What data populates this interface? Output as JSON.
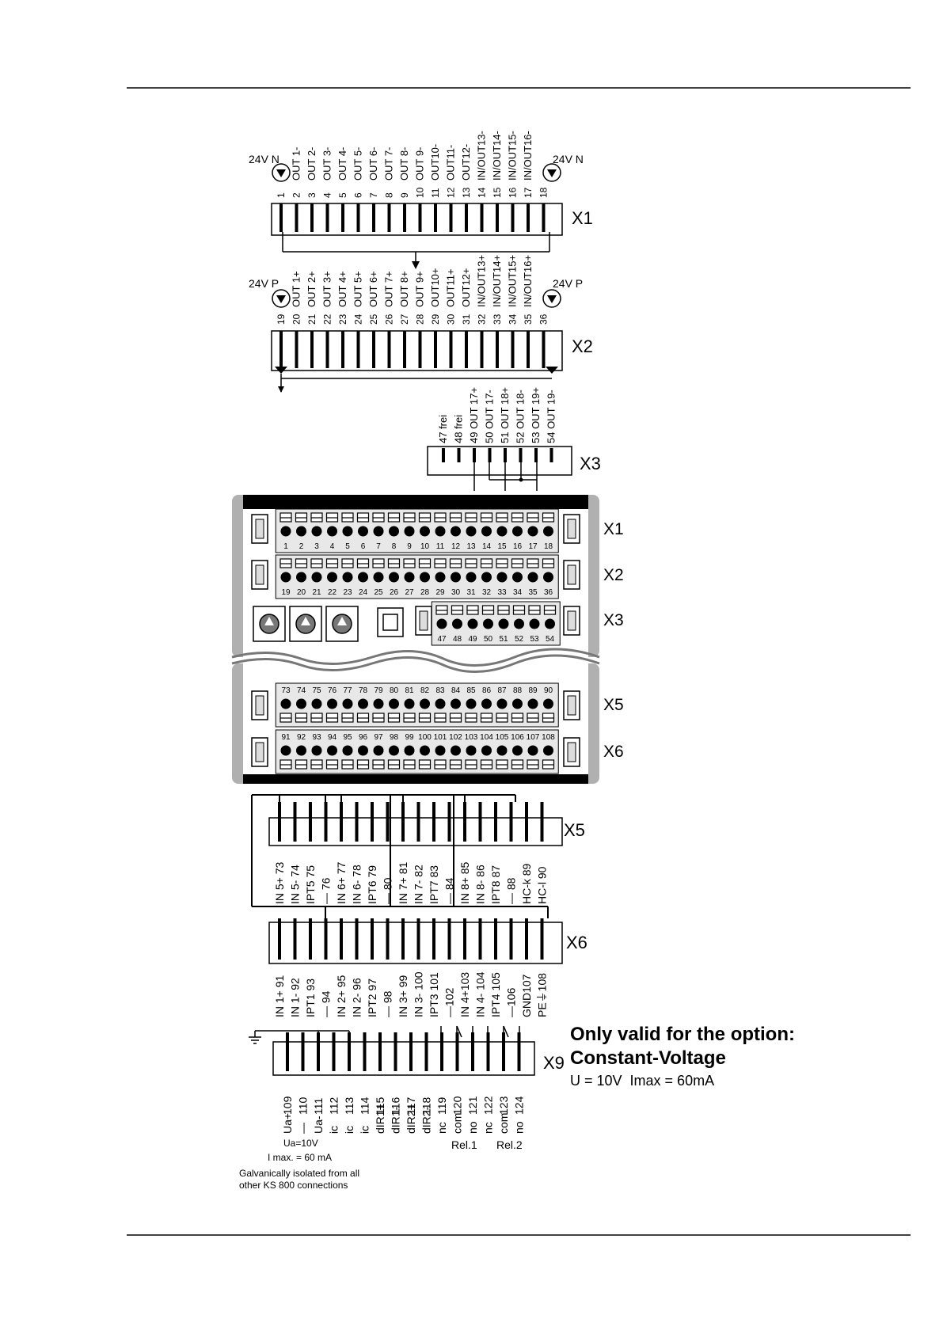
{
  "x1": {
    "name": "X1",
    "left_supply": "24V N",
    "right_supply": "24V N",
    "pins": [
      "1",
      "2",
      "3",
      "4",
      "5",
      "6",
      "7",
      "8",
      "9",
      "10",
      "11",
      "12",
      "13",
      "14",
      "15",
      "16",
      "17",
      "18"
    ],
    "labels": [
      "",
      "OUT 1-",
      "OUT 2-",
      "OUT 3-",
      "OUT 4-",
      "OUT 5-",
      "OUT 6-",
      "OUT 7-",
      "OUT 8-",
      "OUT 9-",
      "OUT10-",
      "OUT11-",
      "OUT12-",
      "IN/OUT13-",
      "IN/OUT14-",
      "IN/OUT15-",
      "IN/OUT16-",
      ""
    ]
  },
  "x2": {
    "name": "X2",
    "left_supply": "24V P",
    "right_supply": "24V P",
    "pins": [
      "19",
      "20",
      "21",
      "22",
      "23",
      "24",
      "25",
      "26",
      "27",
      "28",
      "29",
      "30",
      "31",
      "32",
      "33",
      "34",
      "35",
      "36"
    ],
    "labels": [
      "",
      "OUT 1+",
      "OUT 2+",
      "OUT 3+",
      "OUT 4+",
      "OUT 5+",
      "OUT 6+",
      "OUT 7+",
      "OUT 8+",
      "OUT 9+",
      "OUT10+",
      "OUT11+",
      "OUT12+",
      "IN/OUT13+",
      "IN/OUT14+",
      "IN/OUT15+",
      "IN/OUT16+",
      ""
    ]
  },
  "x3": {
    "name": "X3",
    "entries": [
      "47 frei",
      "48 frei",
      "49 OUT 17+",
      "50 OUT 17-",
      "51 OUT 18+",
      "52 OUT 18-",
      "53 OUT 19+",
      "54 OUT 19-"
    ],
    "pins": [
      "47",
      "48",
      "49",
      "50",
      "51",
      "52",
      "53",
      "54"
    ]
  },
  "x5": {
    "name": "X5",
    "pins": [
      "73",
      "74",
      "75",
      "76",
      "77",
      "78",
      "79",
      "80",
      "81",
      "82",
      "83",
      "84",
      "85",
      "86",
      "87",
      "88",
      "89",
      "90"
    ],
    "entries": [
      "IN 5+ 73",
      "IN 5- 74",
      "IPT5 75",
      "— 76",
      "IN 6+ 77",
      "IN 6- 78",
      "IPT6 79",
      "— 80",
      "IN 7+ 81",
      "IN 7- 82",
      "IPT7 83",
      "— 84",
      "IN 8+ 85",
      "IN 8- 86",
      "IPT8 87",
      "— 88",
      "HC-k 89",
      "HC-l 90"
    ]
  },
  "x6": {
    "name": "X6",
    "pins": [
      "91",
      "92",
      "93",
      "94",
      "95",
      "96",
      "97",
      "98",
      "99",
      "100",
      "101",
      "102",
      "103",
      "104",
      "105",
      "106",
      "107",
      "108"
    ],
    "entries": [
      "IN 1+ 91",
      "IN 1- 92",
      "IPT1 93",
      "— 94",
      "IN 2+ 95",
      "IN 2- 96",
      "IPT2 97",
      "— 98",
      "IN 3+ 99",
      "IN 3- 100",
      "IPT3 101",
      "—102",
      "IN 4+103",
      "IN 4- 104",
      "IPT4 105",
      "—106",
      "GND107",
      "PE⏚108"
    ]
  },
  "x9": {
    "name": "X9",
    "pins": [
      "109",
      "110",
      "111",
      "112",
      "113",
      "114",
      "115",
      "116",
      "117",
      "118",
      "119",
      "120",
      "121",
      "122",
      "123",
      "124"
    ],
    "labels": [
      "Ua+",
      "—",
      "Ua-",
      "ic",
      "ic",
      "ic",
      "dIR1+",
      "dIR1-",
      "dIR2+",
      "dIR2-",
      "nc",
      "com",
      "no",
      "nc",
      "com",
      "no"
    ],
    "rel1": "Rel.1",
    "rel2": "Rel.2",
    "ua": "Ua=10V",
    "imax": "I max. = 60 mA",
    "galv_line1": "Galvanically isolated from all",
    "galv_line2": "other KS 800 connections"
  },
  "note": {
    "title": "Only valid for the option:",
    "subtitle": "Constant-Voltage",
    "spec": "U = 10V  Imax = 60mA"
  },
  "device": {
    "block_labels": [
      "X1",
      "X2",
      "X3",
      "X5",
      "X6"
    ]
  }
}
